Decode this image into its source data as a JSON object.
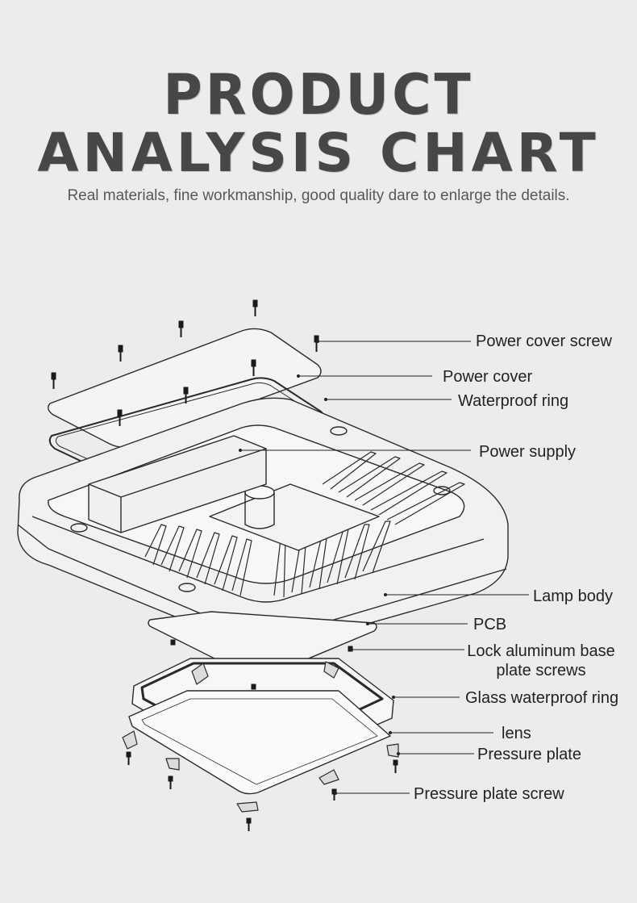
{
  "header": {
    "title_line1": "PRODUCT",
    "title_line2": "ANALYSIS CHART",
    "subtitle": "Real materials, fine workmanship, good quality dare to enlarge the details."
  },
  "parts": [
    {
      "id": "power-cover-screw",
      "label": "Power cover screw"
    },
    {
      "id": "power-cover",
      "label": "Power cover"
    },
    {
      "id": "waterproof-ring",
      "label": "Waterproof ring"
    },
    {
      "id": "power-supply",
      "label": "Power supply"
    },
    {
      "id": "lamp-body",
      "label": "Lamp body"
    },
    {
      "id": "pcb",
      "label": "PCB"
    },
    {
      "id": "lock-aluminum-base-plate-screws",
      "label_line1": "Lock aluminum base",
      "label_line2": "plate screws"
    },
    {
      "id": "glass-waterproof-ring",
      "label": "Glass waterproof ring"
    },
    {
      "id": "lens",
      "label": "lens"
    },
    {
      "id": "pressure-plate",
      "label": "Pressure plate"
    },
    {
      "id": "pressure-plate-screw",
      "label": "Pressure plate screw"
    }
  ],
  "colors": {
    "background": "#ececec",
    "title": "#474747",
    "line": "#222222"
  }
}
